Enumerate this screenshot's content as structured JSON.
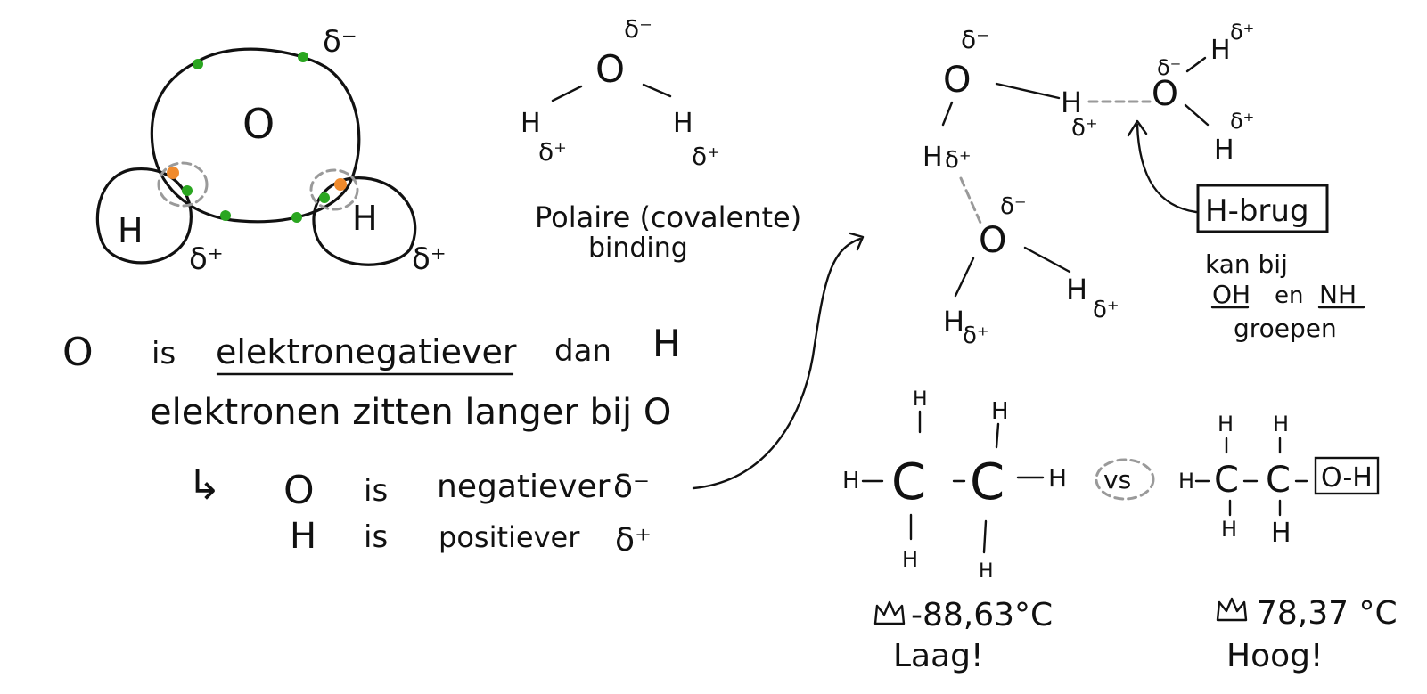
{
  "atom_model": {
    "oxygen": "O",
    "hydrogen_left": "H",
    "hydrogen_right": "H",
    "charge_oxygen": "δ⁻",
    "charge_h_left": "δ⁺",
    "charge_h_right": "δ⁺",
    "colors": {
      "lone_electron": "#2aa620",
      "shared_electron": "#f08a2c",
      "dashed": "#9a9a9a"
    }
  },
  "structure": {
    "oxygen": "O",
    "h_left": "H",
    "h_right": "H",
    "charge_o": "δ⁻",
    "charge_h_left": "δ⁺",
    "charge_h_right": "δ⁺",
    "caption_line1": "Polaire (covalente)",
    "caption_line2": "binding"
  },
  "explanation": {
    "line1_o": "O",
    "line1_is": "is",
    "line1_word": "elektronegatiever",
    "line1_dan": "dan",
    "line1_h": "H",
    "line2": "elektronen zitten langer bij O",
    "arrow": "↳",
    "line3_o": "O",
    "line3_is": "is",
    "line3_word": "negatiever",
    "line3_charge": "δ⁻",
    "line4_h": "H",
    "line4_is": "is",
    "line4_word": "positiever",
    "line4_charge": "δ⁺"
  },
  "network": {
    "o1": "O",
    "o1_charge": "δ⁻",
    "h_mid": "H",
    "h_mid_charge": "δ⁺",
    "o2": "O",
    "o2_charge": "δ⁻",
    "h_top_right": "H",
    "h_top_right_charge": "δ⁺",
    "h_right": "H",
    "h_right_charge": "δ⁺",
    "h_left": "H",
    "h_left_charge": "δ⁺",
    "o3": "O",
    "o3_charge": "δ⁻",
    "h_bottom_left": "H",
    "h_bottom_left_charge": "δ⁺",
    "h_bottom_right": "H",
    "h_bottom_right_charge": "δ⁺",
    "label": "H-brug",
    "note_line1": "kan bij",
    "note_oh": "OH",
    "note_en": "en",
    "note_nh": "NH",
    "note_line3": "groepen"
  },
  "comparison": {
    "ethane": {
      "h": "H",
      "c": "C",
      "temp": "-88,63°C",
      "verdict": "Laag!"
    },
    "vs": "vs",
    "ethanol": {
      "h": "H",
      "c": "C",
      "oh": "O-H",
      "temp": "78,37 °C",
      "verdict": "Hoog!"
    }
  }
}
